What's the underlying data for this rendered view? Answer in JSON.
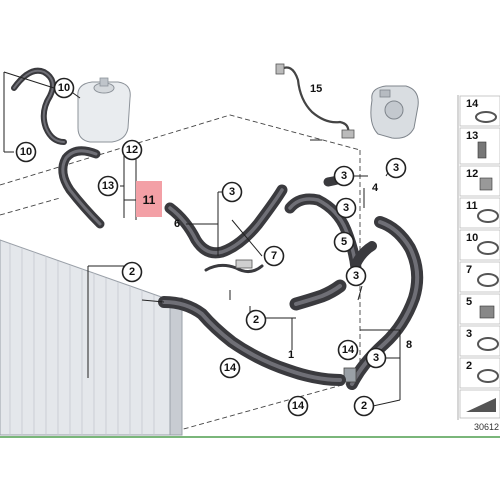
{
  "callouts": {
    "c10a": "10",
    "c10b": "10",
    "c12": "12",
    "c13": "13",
    "c3_top": "3",
    "c3_mid": "3",
    "c3_right_top": "3",
    "c3_right_far": "3",
    "c7": "7",
    "c5": "5",
    "c3_small": "3",
    "c2_left": "2",
    "c2_mid": "2",
    "c14_left": "14",
    "c14_right": "14",
    "c14_bottom": "14",
    "c3_lower": "3",
    "c2_lower": "2"
  },
  "labels": {
    "l15": "15",
    "l11": "11",
    "l6": "6",
    "l4": "4",
    "l1": "1",
    "l8": "8"
  },
  "panel": {
    "items": [
      "14",
      "13",
      "12",
      "11",
      "10",
      "7",
      "5",
      "3",
      "2"
    ]
  },
  "footer": {
    "code": "30612"
  },
  "colors": {
    "highlight": "#f3a0a6",
    "hose": "#3a3a3e",
    "radiator": "#c8ccd2"
  }
}
